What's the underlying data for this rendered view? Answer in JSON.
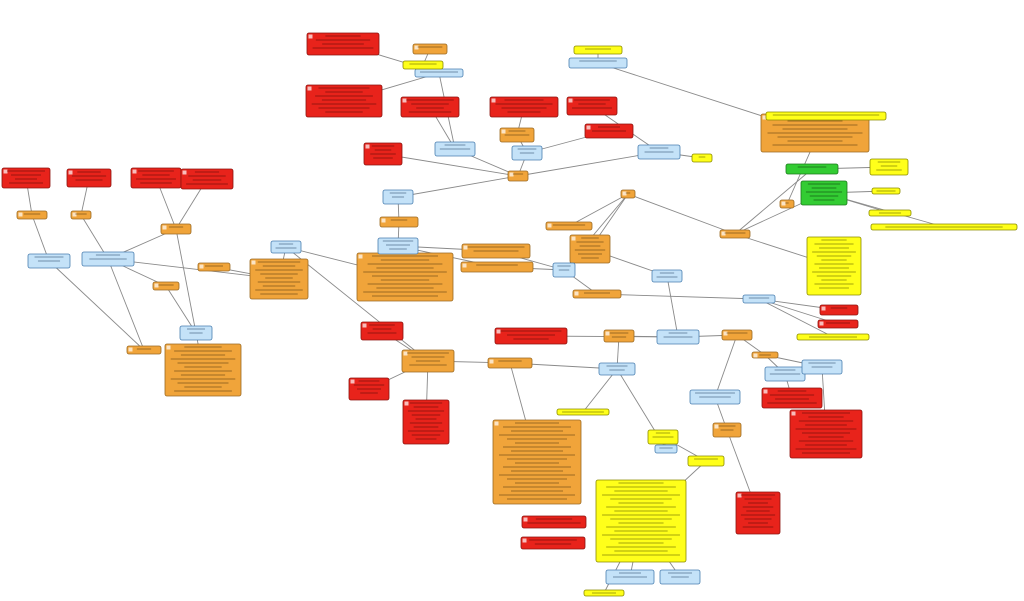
{
  "diagram": {
    "type": "node-link graph",
    "colors": {
      "red": "#e8231b",
      "orange": "#f0a43a",
      "blue": "#c4e2f8",
      "yellow": "#ffff1a",
      "green": "#33cc33",
      "edge": "#8a8a8a"
    },
    "node_kinds": [
      "red",
      "red",
      "red",
      "red",
      "red",
      "red",
      "red",
      "red",
      "red",
      "red",
      "red",
      "red",
      "red",
      "red",
      "red",
      "red",
      "red",
      "red",
      "red",
      "red",
      "red",
      "red",
      "orange",
      "orange",
      "orange",
      "orange",
      "orange",
      "orange",
      "orange",
      "orange",
      "orange",
      "orange",
      "orange",
      "orange",
      "orange",
      "orange",
      "orange",
      "orange",
      "orange",
      "orange",
      "orange",
      "orange",
      "orange",
      "orange",
      "orange",
      "orange",
      "orange",
      "orange",
      "orange",
      "orange",
      "orange",
      "blue",
      "blue",
      "blue",
      "blue",
      "blue",
      "blue",
      "blue",
      "blue",
      "blue",
      "blue",
      "blue",
      "blue",
      "blue",
      "blue",
      "blue",
      "blue",
      "blue",
      "blue",
      "blue",
      "blue",
      "blue",
      "blue",
      "yellow",
      "yellow",
      "yellow",
      "yellow",
      "yellow",
      "yellow",
      "yellow",
      "yellow",
      "yellow",
      "yellow",
      "yellow",
      "yellow",
      "yellow",
      "yellow",
      "yellow",
      "green",
      "green"
    ],
    "edges": [
      [
        22,
        74
      ],
      [
        74,
        52
      ],
      [
        52,
        1
      ],
      [
        52,
        0
      ],
      [
        73,
        51
      ],
      [
        51,
        46
      ],
      [
        52,
        53
      ],
      [
        53,
        2
      ],
      [
        54,
        23
      ],
      [
        54,
        24
      ],
      [
        23,
        3
      ],
      [
        24,
        6
      ],
      [
        24,
        53
      ],
      [
        24,
        56
      ],
      [
        24,
        55
      ],
      [
        55,
        75
      ],
      [
        55,
        4
      ],
      [
        56,
        25
      ],
      [
        25,
        57
      ],
      [
        57,
        26
      ],
      [
        57,
        27
      ],
      [
        57,
        28
      ],
      [
        27,
        62
      ],
      [
        28,
        62
      ],
      [
        26,
        58
      ],
      [
        58,
        29
      ],
      [
        29,
        60
      ],
      [
        60,
        33
      ],
      [
        33,
        9
      ],
      [
        33,
        10
      ],
      [
        33,
        61
      ],
      [
        59,
        31
      ],
      [
        31,
        7
      ],
      [
        32,
        8
      ],
      [
        32,
        60
      ],
      [
        59,
        35
      ],
      [
        60,
        35
      ],
      [
        61,
        30
      ],
      [
        61,
        34
      ],
      [
        36,
        29
      ],
      [
        34,
        60
      ],
      [
        62,
        41
      ],
      [
        41,
        39
      ],
      [
        41,
        40
      ],
      [
        41,
        42
      ],
      [
        42,
        88
      ],
      [
        42,
        89
      ],
      [
        42,
        80
      ],
      [
        40,
        63
      ],
      [
        62,
        43
      ],
      [
        43,
        64
      ],
      [
        64,
        20
      ],
      [
        64,
        21
      ],
      [
        64,
        81
      ],
      [
        65,
        44
      ],
      [
        65,
        47
      ],
      [
        44,
        66
      ],
      [
        66,
        38
      ],
      [
        38,
        37
      ],
      [
        37,
        11
      ],
      [
        37,
        13
      ],
      [
        37,
        14
      ],
      [
        37,
        58
      ],
      [
        66,
        72
      ],
      [
        72,
        83
      ],
      [
        83,
        84
      ],
      [
        84,
        85
      ],
      [
        85,
        70
      ],
      [
        85,
        71
      ],
      [
        85,
        86
      ],
      [
        66,
        82
      ],
      [
        47,
        67
      ],
      [
        47,
        48
      ],
      [
        48,
        68
      ],
      [
        48,
        69
      ],
      [
        49,
        17
      ],
      [
        67,
        49
      ],
      [
        68,
        15
      ],
      [
        69,
        16
      ],
      [
        12,
        65
      ],
      [
        63,
        65
      ],
      [
        89,
        77
      ],
      [
        89,
        78
      ],
      [
        89,
        79
      ],
      [
        88,
        76
      ],
      [
        38,
        45
      ],
      [
        50,
        87
      ],
      [
        54,
        5
      ]
    ]
  }
}
